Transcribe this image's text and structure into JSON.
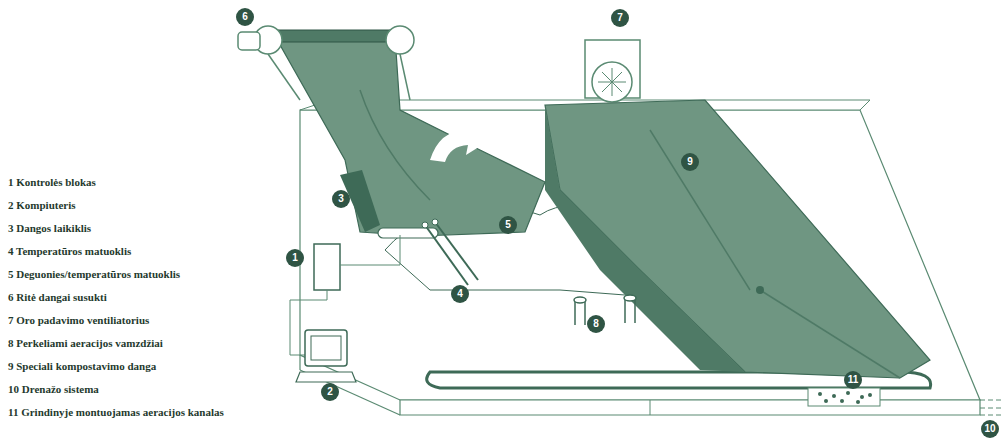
{
  "diagram": {
    "labels": [
      "1 Kontrolės blokas",
      "2 Kompiuteris",
      "3 Dangos laikiklis",
      "4 Temperatūros matuoklis",
      "5 Deguonies/temperatūros matuoklis",
      "6 Ritė dangai susukti",
      "7 Oro padavimo ventiliatorius",
      "8 Perkeliami aeracijos vamzdžiai",
      "9 Speciali kompostavimo danga",
      "10 Drenažo sistema",
      "11 Grindinyje montuojamas aeracijos kanalas",
      "6",
      "7",
      "9",
      "3",
      "5",
      "1",
      "4",
      "8",
      "2",
      "11",
      "10"
    ]
  }
}
